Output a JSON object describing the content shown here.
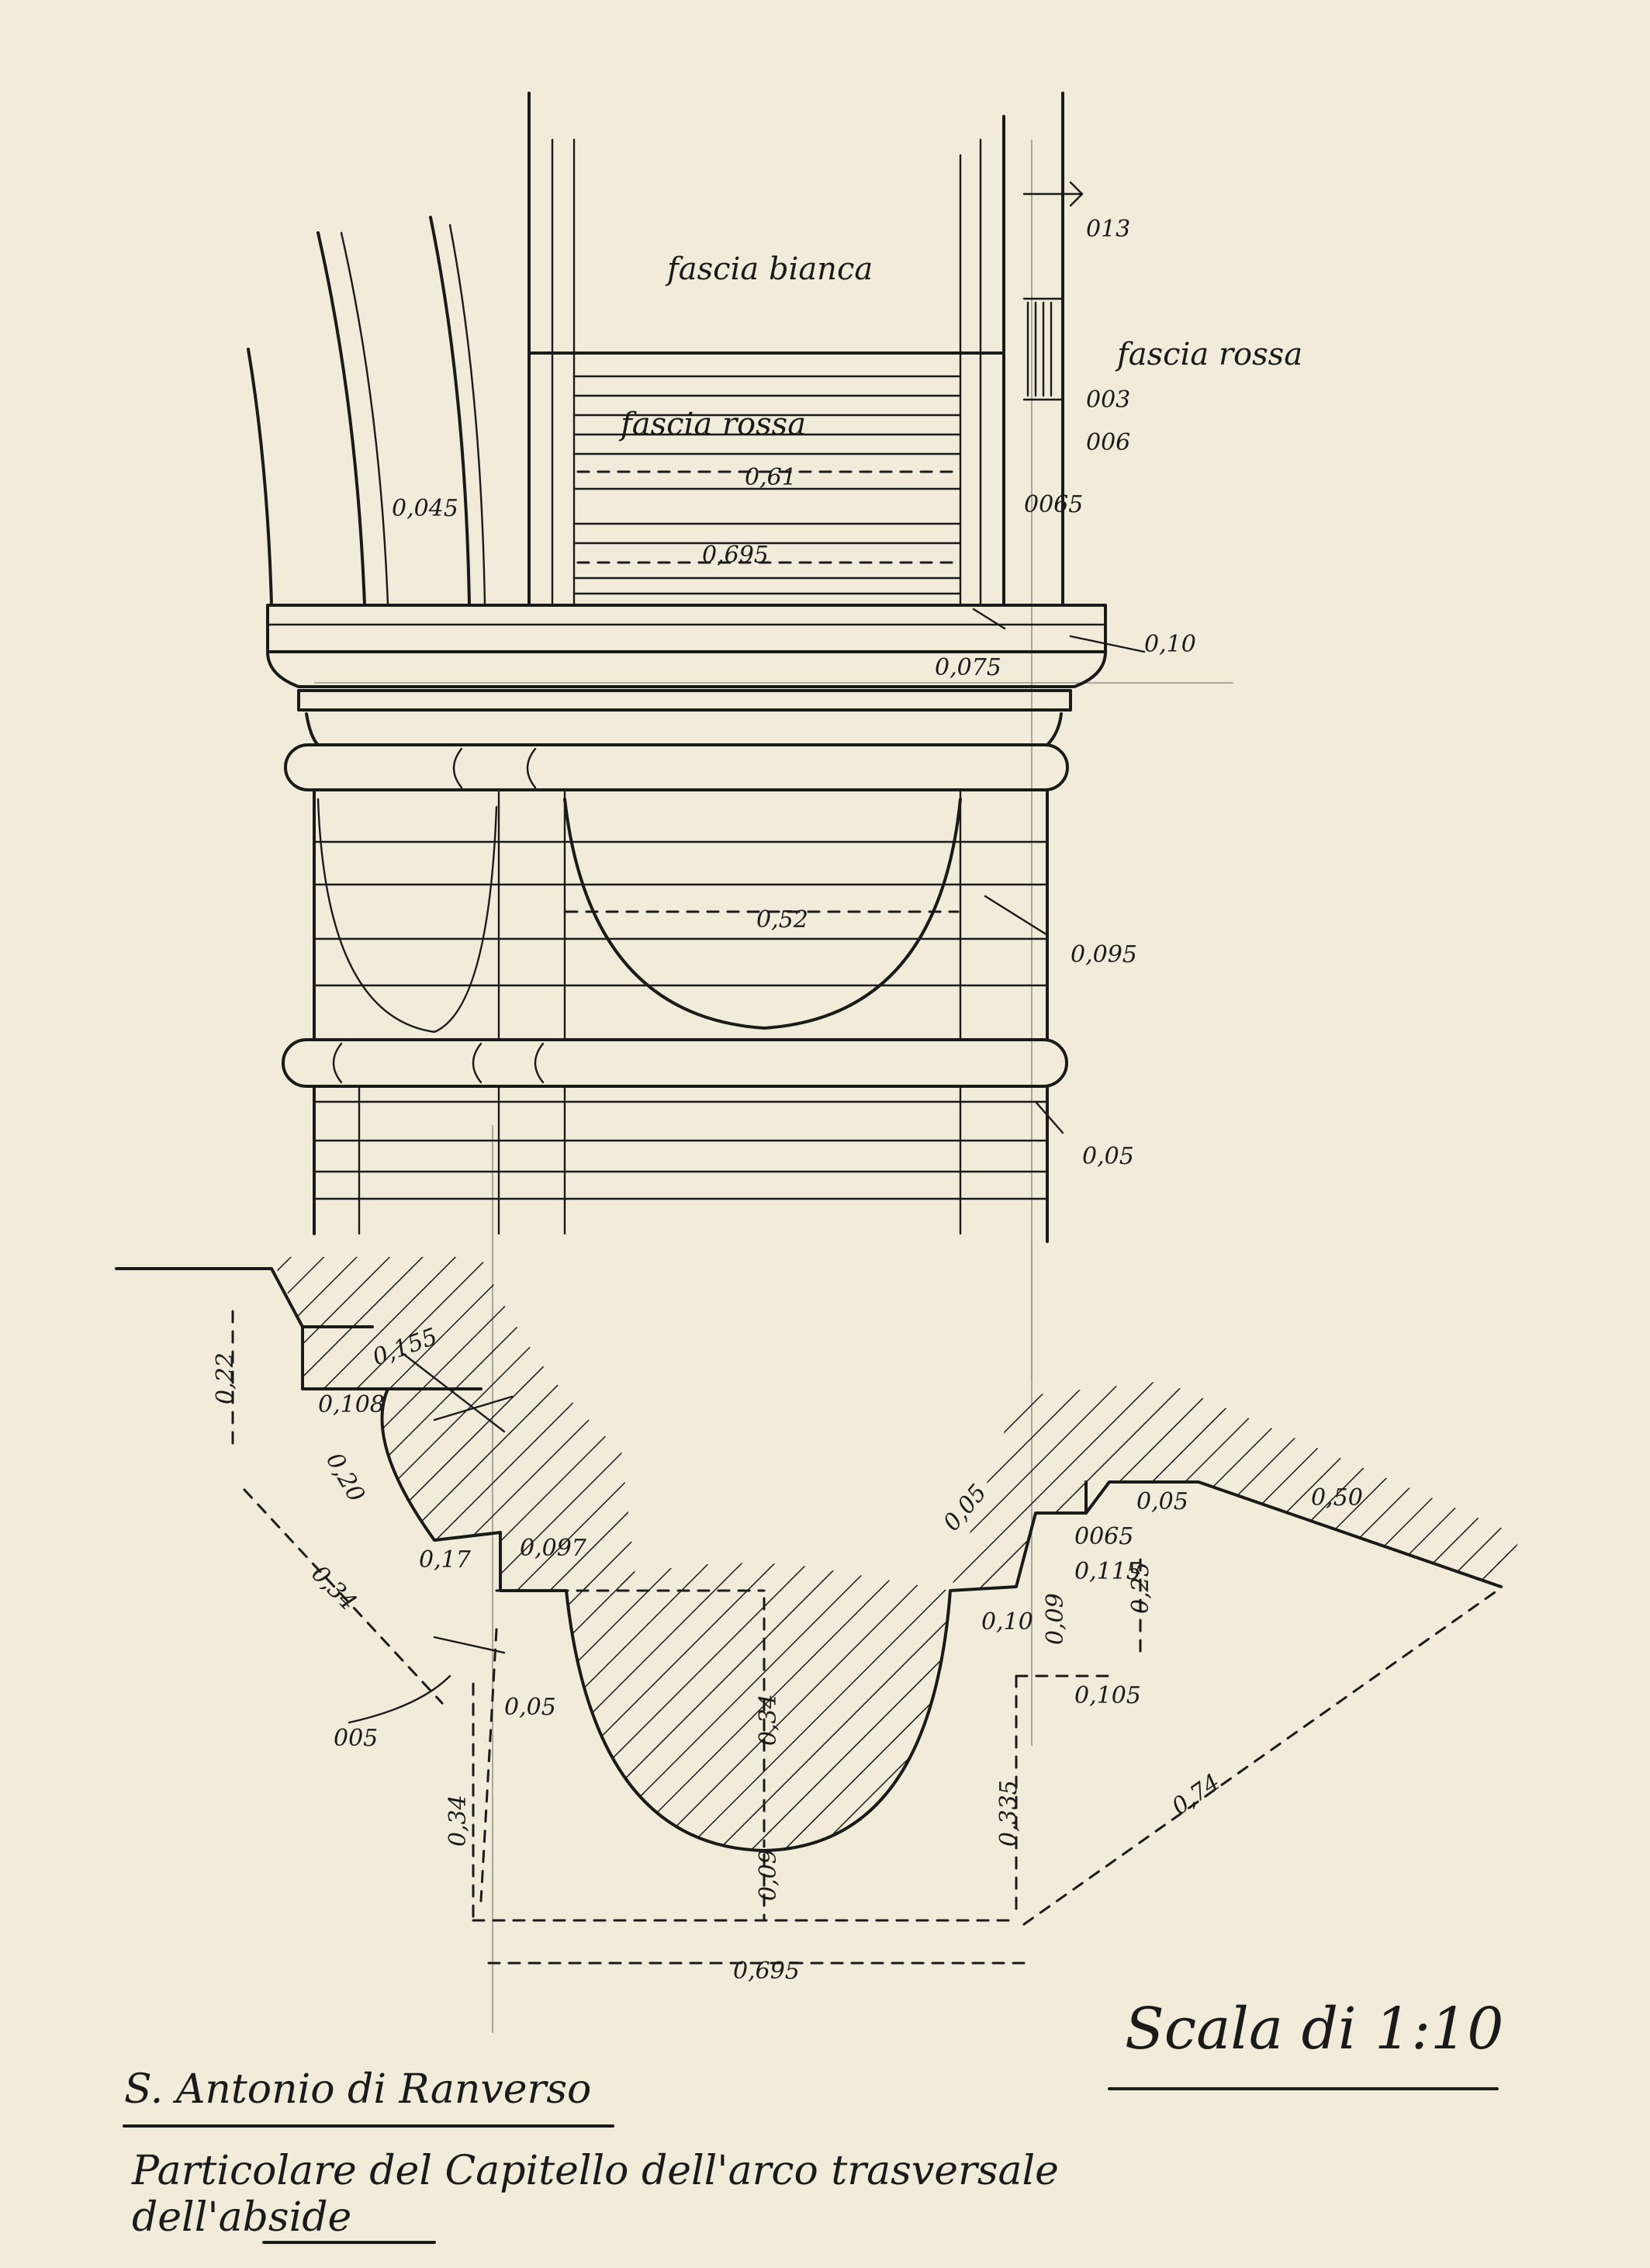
{
  "labels": {
    "fascia_bianca": "fascia bianca",
    "fascia_rossa_top": "fascia rossa",
    "fascia_rossa_center": "fascia rossa"
  },
  "dimensions": {
    "d_013": "013",
    "d_003": "003",
    "d_006": "006",
    "d_0065_top": "0065",
    "d_061": "0,61",
    "d_0695_top": "0,695",
    "d_0045": "0,045",
    "d_0075": "0,075",
    "d_010": "0,10",
    "d_052": "0,52",
    "d_0095": "0,095",
    "d_005_elev": "0,05",
    "d_022": "0,22",
    "d_0155": "0,155",
    "d_0108": "0,108",
    "d_020": "0,20",
    "d_017": "0,17",
    "d_0097": "0,097",
    "d_034_diag": "0,34",
    "d_005_left": "005",
    "d_005_mid": "0,05",
    "d_034_left": "0,34",
    "d_034_center": "0,34",
    "d_009_bottom": "0,09",
    "d_0695_bottom": "0,695",
    "d_005_right": "0,05",
    "d_0335": "0,335",
    "d_010_right": "0,10",
    "d_009_right": "0,09",
    "d_0115": "0,115",
    "d_025": "0,25",
    "d_0105": "0,105",
    "d_005_top_right": "0,05",
    "d_0065_right": "0065",
    "d_050": "0,50",
    "d_074": "0,74"
  },
  "scale": "Scala di 1:10",
  "title": "S. Antonio di Ranverso",
  "caption_line1": "Particolare del Capitello dell'arco trasversale",
  "caption_line2": "dell'abside",
  "colors": {
    "paper": "#f3ebda",
    "ink": "#1a1a1a",
    "pencil": "#9a948a"
  }
}
